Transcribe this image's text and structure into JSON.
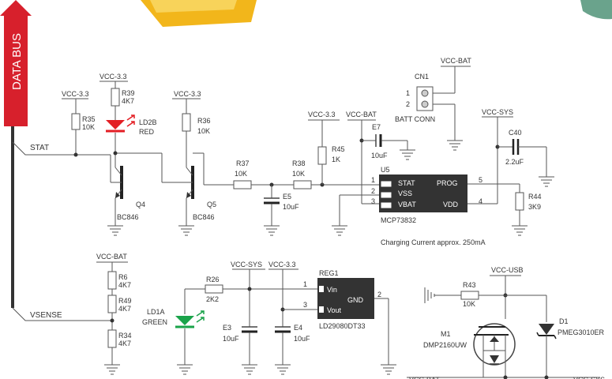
{
  "colors": {
    "data_bus": "#d7202c",
    "led_red": "#e31e24",
    "led_green": "#1aa34a",
    "chip": "#333333",
    "pencil": "#f2b61b"
  },
  "data_bus": {
    "label": "DATA BUS",
    "signals": [
      "STAT",
      "VSENSE"
    ]
  },
  "rails": {
    "vcc33": "VCC-3.3",
    "vccbat": "VCC-BAT",
    "vccsys": "VCC-SYS",
    "vccusb": "VCC-USB"
  },
  "resistors": {
    "r39": {
      "ref": "R39",
      "value": "4K7"
    },
    "r35": {
      "ref": "R35",
      "value": "10K"
    },
    "r36": {
      "ref": "R36",
      "value": "10K"
    },
    "r37": {
      "ref": "R37",
      "value": "10K"
    },
    "r38": {
      "ref": "R38",
      "value": "10K"
    },
    "r45": {
      "ref": "R45",
      "value": "1K"
    },
    "r44": {
      "ref": "R44",
      "value": "3K9"
    },
    "r6": {
      "ref": "R6",
      "value": "4K7"
    },
    "r49": {
      "ref": "R49",
      "value": "4K7"
    },
    "r34": {
      "ref": "R34",
      "value": "4K7"
    },
    "r26": {
      "ref": "R26",
      "value": "2K2"
    },
    "r43": {
      "ref": "R43",
      "value": "10K"
    }
  },
  "capacitors": {
    "e5": {
      "ref": "E5",
      "value": "10uF"
    },
    "e7": {
      "ref": "E7",
      "value": "10uF"
    },
    "c40": {
      "ref": "C40",
      "value": "2.2uF"
    },
    "e3": {
      "ref": "E3",
      "value": "10uF"
    },
    "e4": {
      "ref": "E4",
      "value": "10uF"
    }
  },
  "leds": {
    "ld2b": {
      "ref": "LD2B",
      "color": "RED"
    },
    "ld1a": {
      "ref": "LD1A",
      "color": "GREEN"
    }
  },
  "transistors": {
    "q4": {
      "ref": "Q4",
      "part": "BC846"
    },
    "q5": {
      "ref": "Q5",
      "part": "BC846"
    },
    "m1": {
      "ref": "M1",
      "part": "DMP2160UW"
    }
  },
  "diode": {
    "ref": "D1",
    "part": "PMEG3010ER"
  },
  "connector": {
    "ref": "CN1",
    "name": "BATT CONN",
    "pins": [
      "1",
      "2"
    ]
  },
  "charger": {
    "ref": "U5",
    "part": "MCP73832",
    "pins_left": [
      "STAT",
      "VSS",
      "VBAT"
    ],
    "pins_right": [
      "PROG",
      "VDD"
    ],
    "pin_nums": [
      "1",
      "2",
      "3",
      "5",
      "4"
    ]
  },
  "regulator": {
    "ref": "REG1",
    "part": "LD29080DT33",
    "pins": [
      "Vin",
      "GND",
      "Vout"
    ],
    "pin_nums": [
      "1",
      "3",
      "2"
    ]
  },
  "notes": {
    "charging": "Charging Current approx. 250mA"
  }
}
